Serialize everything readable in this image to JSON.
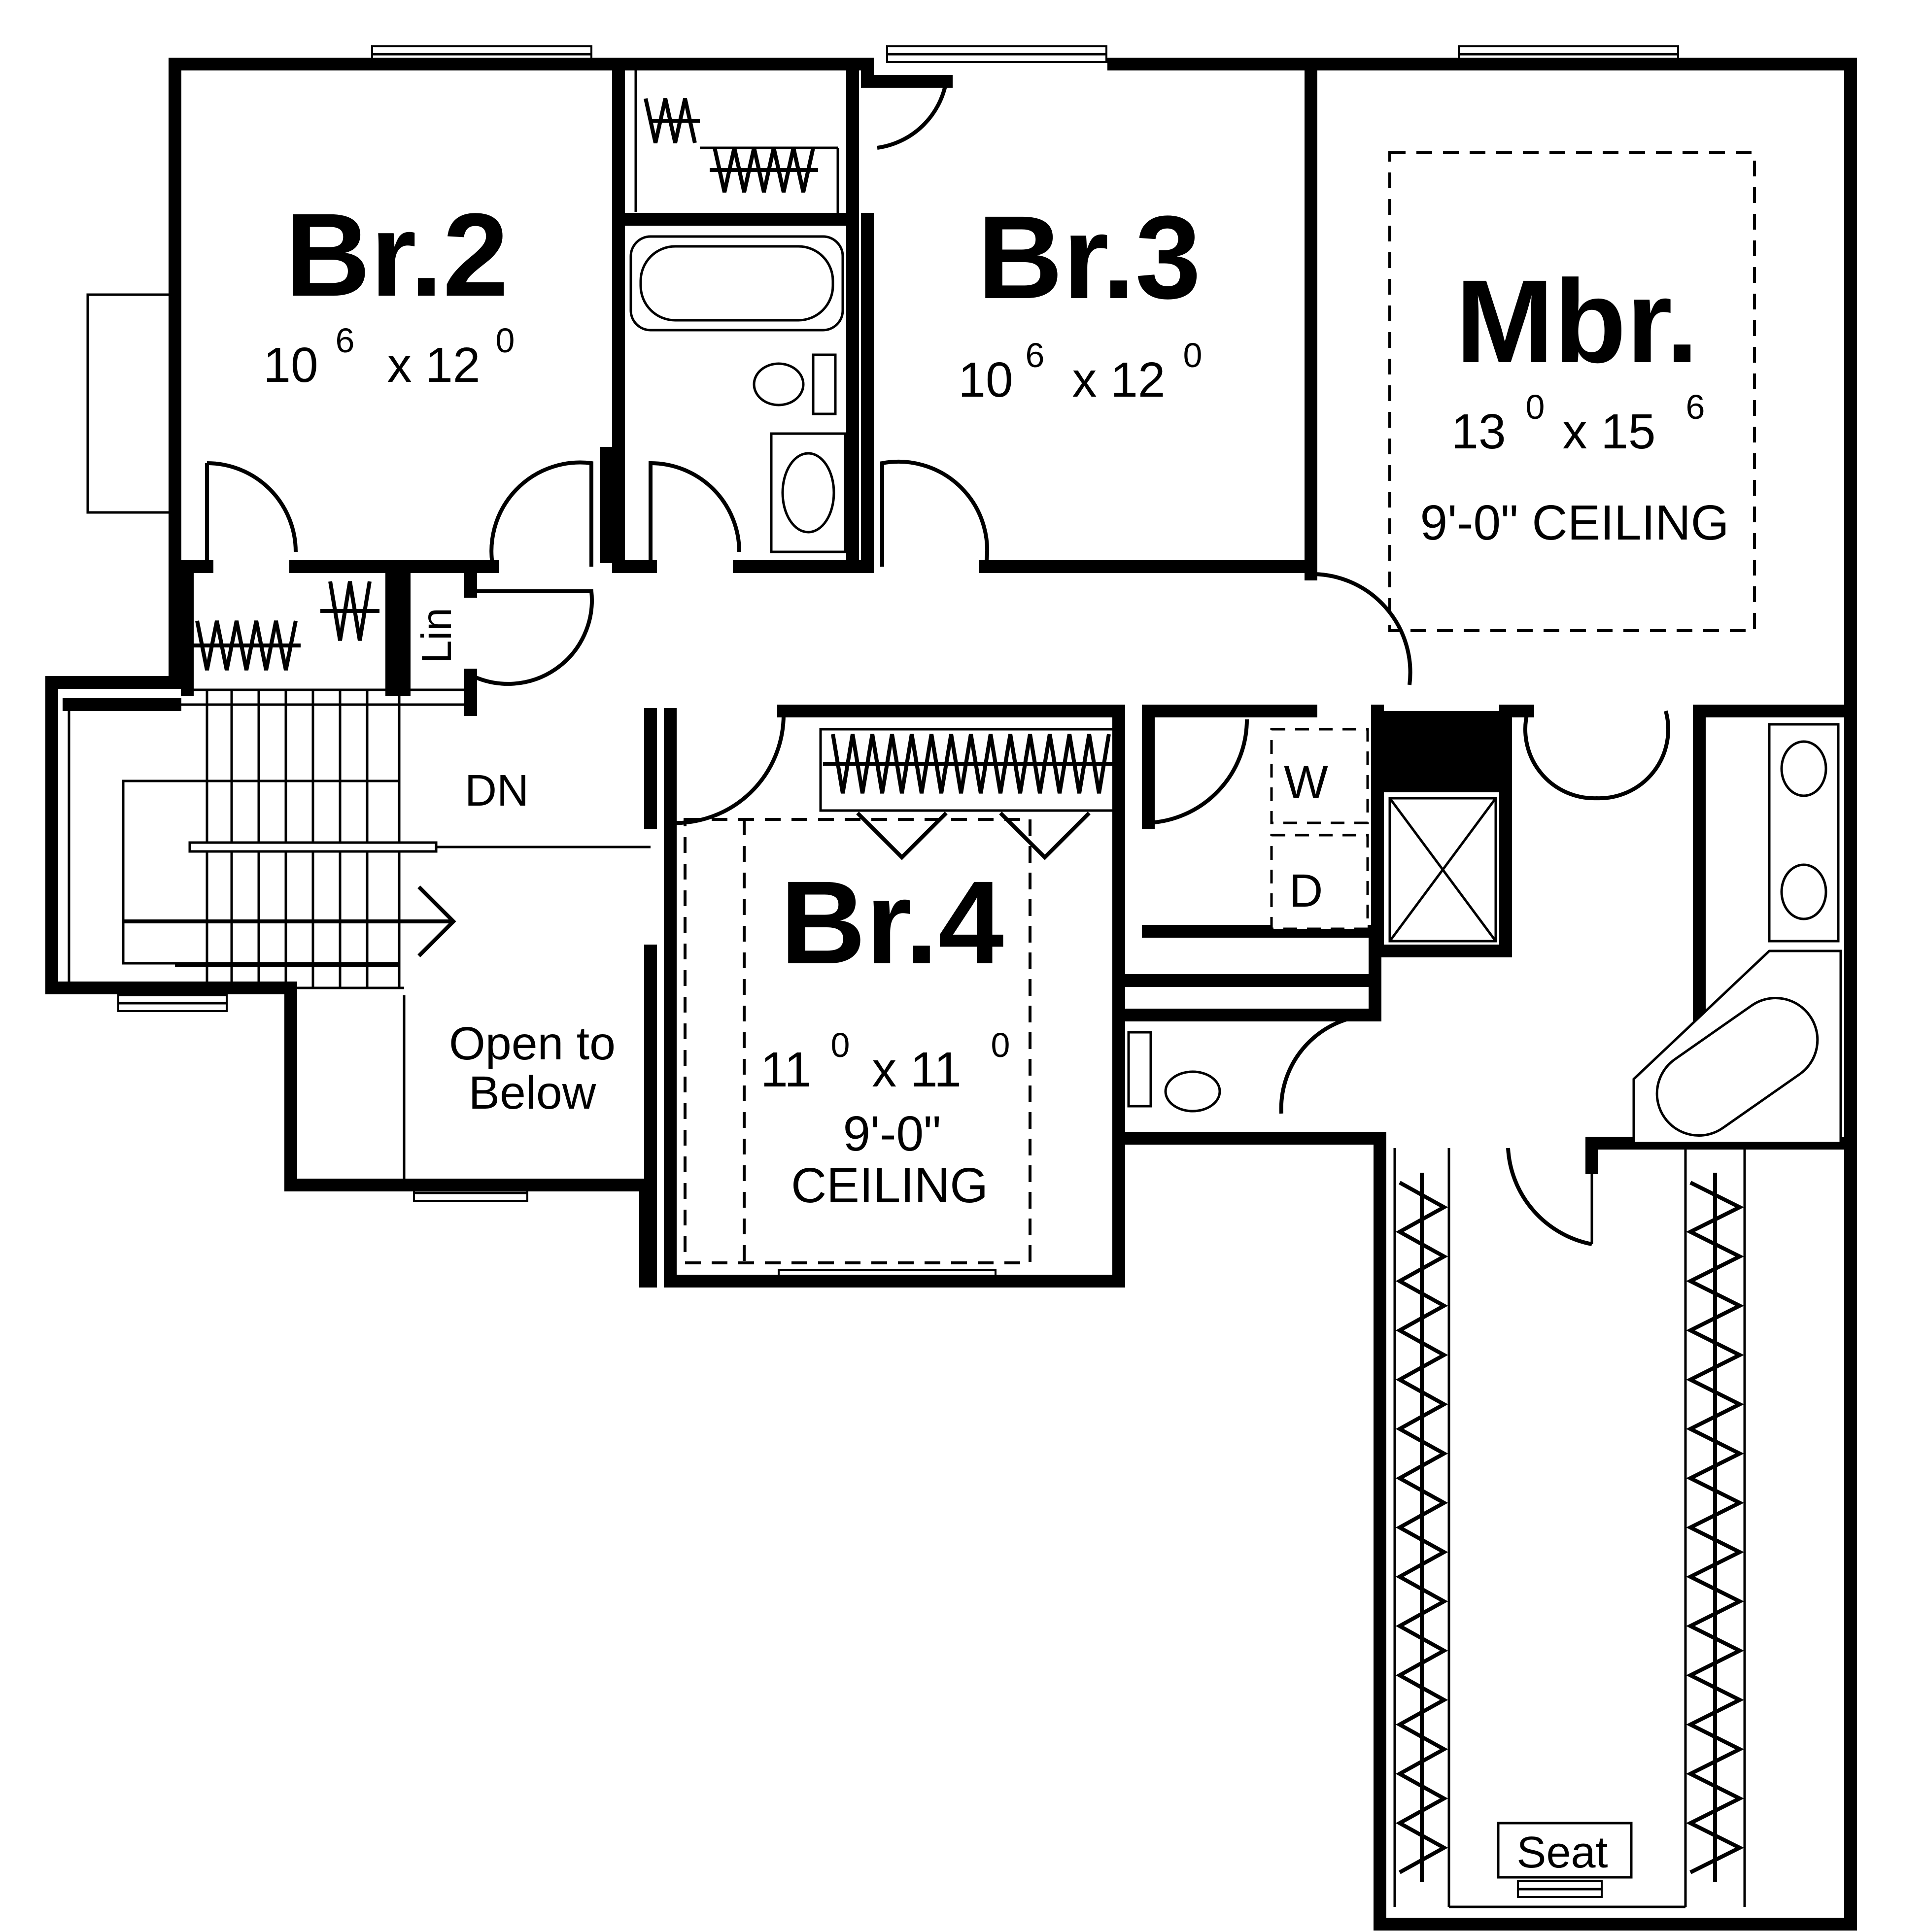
{
  "rooms": {
    "br2": {
      "name": "Br.2",
      "dim_a": "10",
      "sup_a": "6",
      "dim_b": "x 12",
      "sup_b": "0"
    },
    "br3": {
      "name": "Br.3",
      "dim_a": "10",
      "sup_a": "6",
      "dim_b": "x 12",
      "sup_b": "0"
    },
    "mbr": {
      "name": "Mbr.",
      "dim_a": "13",
      "sup_a": "0",
      "dim_b": "x 15",
      "sup_b": "6",
      "ceiling": "9'-0\" CEILING"
    },
    "br4": {
      "name": "Br.4",
      "dim_a": "11",
      "sup_a": "0",
      "dim_b": "x 11",
      "sup_b": "0",
      "ceiling_line1": "9'-0\"",
      "ceiling_line2": "CEILING"
    }
  },
  "labels": {
    "linen": "Lin",
    "stairs_down": "DN",
    "open_line1": "Open to",
    "open_line2": "Below",
    "washer": "W",
    "dryer": "D",
    "seat": "Seat"
  },
  "colors": {
    "line": "#000000",
    "background": "#ffffff"
  }
}
